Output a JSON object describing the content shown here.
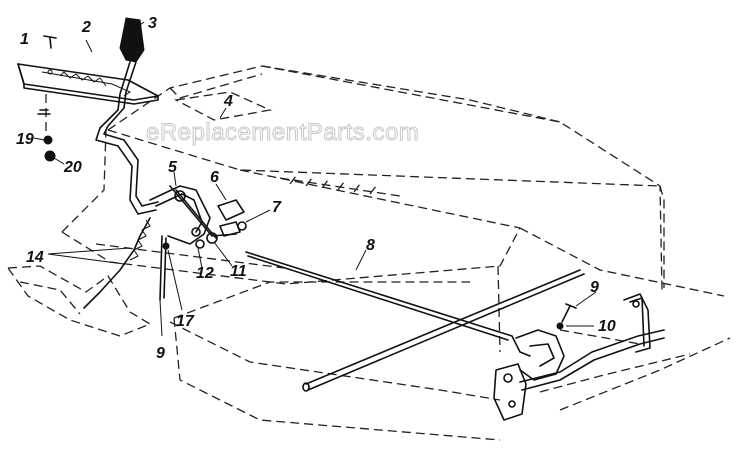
{
  "watermark": "eReplacementParts.com",
  "part_labels": [
    {
      "id": "1",
      "text": "1"
    },
    {
      "id": "2",
      "text": "2"
    },
    {
      "id": "3",
      "text": "3"
    },
    {
      "id": "4",
      "text": "4"
    },
    {
      "id": "5",
      "text": "5"
    },
    {
      "id": "6",
      "text": "6"
    },
    {
      "id": "7",
      "text": "7"
    },
    {
      "id": "8",
      "text": "8"
    },
    {
      "id": "9a",
      "text": "9"
    },
    {
      "id": "9b",
      "text": "9"
    },
    {
      "id": "10",
      "text": "10"
    },
    {
      "id": "11",
      "text": "11"
    },
    {
      "id": "12",
      "text": "12"
    },
    {
      "id": "14",
      "text": "14"
    },
    {
      "id": "17",
      "text": "17"
    },
    {
      "id": "19",
      "text": "19"
    },
    {
      "id": "20",
      "text": "20"
    }
  ]
}
